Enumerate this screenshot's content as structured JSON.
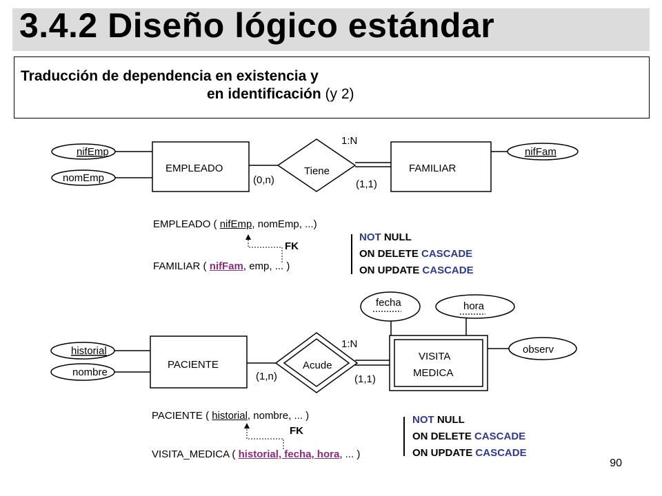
{
  "slide": {
    "title": "3.4.2 Diseño lógico estándar",
    "subtitle_line1": "Traducción de dependencia en existencia y",
    "subtitle_line2_bold": "en identificación",
    "subtitle_line2_rest": " (y 2)",
    "page_number": "90"
  },
  "diagram1": {
    "entity_left": "EMPLEADO",
    "entity_right": "FAMILIAR",
    "relationship": "Tiene",
    "cardinality": "1:N",
    "card_left": "(0,n)",
    "card_right": "(1,1)",
    "attributes_left": [
      "nifEmp",
      "nomEmp"
    ],
    "attributes_right": [
      "nifFam"
    ],
    "relation1": {
      "prefix": "EMPLEADO ( ",
      "key": "nifEmp",
      "rest": ", nomEmp, ...)"
    },
    "relation2": {
      "prefix": "FAMILIAR ( ",
      "key": "nifFam",
      "rest": ",  emp,  ... )"
    },
    "fk_label": "FK",
    "constraints": [
      {
        "blue": "NOT",
        "black": " NULL"
      },
      {
        "black": "ON DELETE ",
        "blue": "CASCADE"
      },
      {
        "black": "ON UPDATE ",
        "blue": "CASCADE"
      }
    ]
  },
  "diagram2": {
    "entity_left": "PACIENTE",
    "entity_right_line1": "VISITA",
    "entity_right_line2": "MEDICA",
    "relationship": "Acude",
    "cardinality": "1:N",
    "card_left": "(1,n)",
    "card_right": "(1,1)",
    "attributes_left": [
      "historial",
      "nombre"
    ],
    "attributes_top": [
      "fecha",
      "hora"
    ],
    "attribute_right": "observ",
    "relation1": {
      "prefix": "PACIENTE ( ",
      "key": "historial",
      "rest": ", nombre, ... )"
    },
    "relation2": {
      "prefix": "VISITA_MEDICA ( ",
      "key": "historial, fecha, hora",
      "rest": ", ... )"
    },
    "fk_label": "FK",
    "constraints": [
      {
        "blue": "NOT",
        "black": " NULL"
      },
      {
        "black": "ON DELETE ",
        "blue": "CASCADE"
      },
      {
        "black": "ON UPDATE ",
        "blue": "CASCADE"
      }
    ]
  }
}
